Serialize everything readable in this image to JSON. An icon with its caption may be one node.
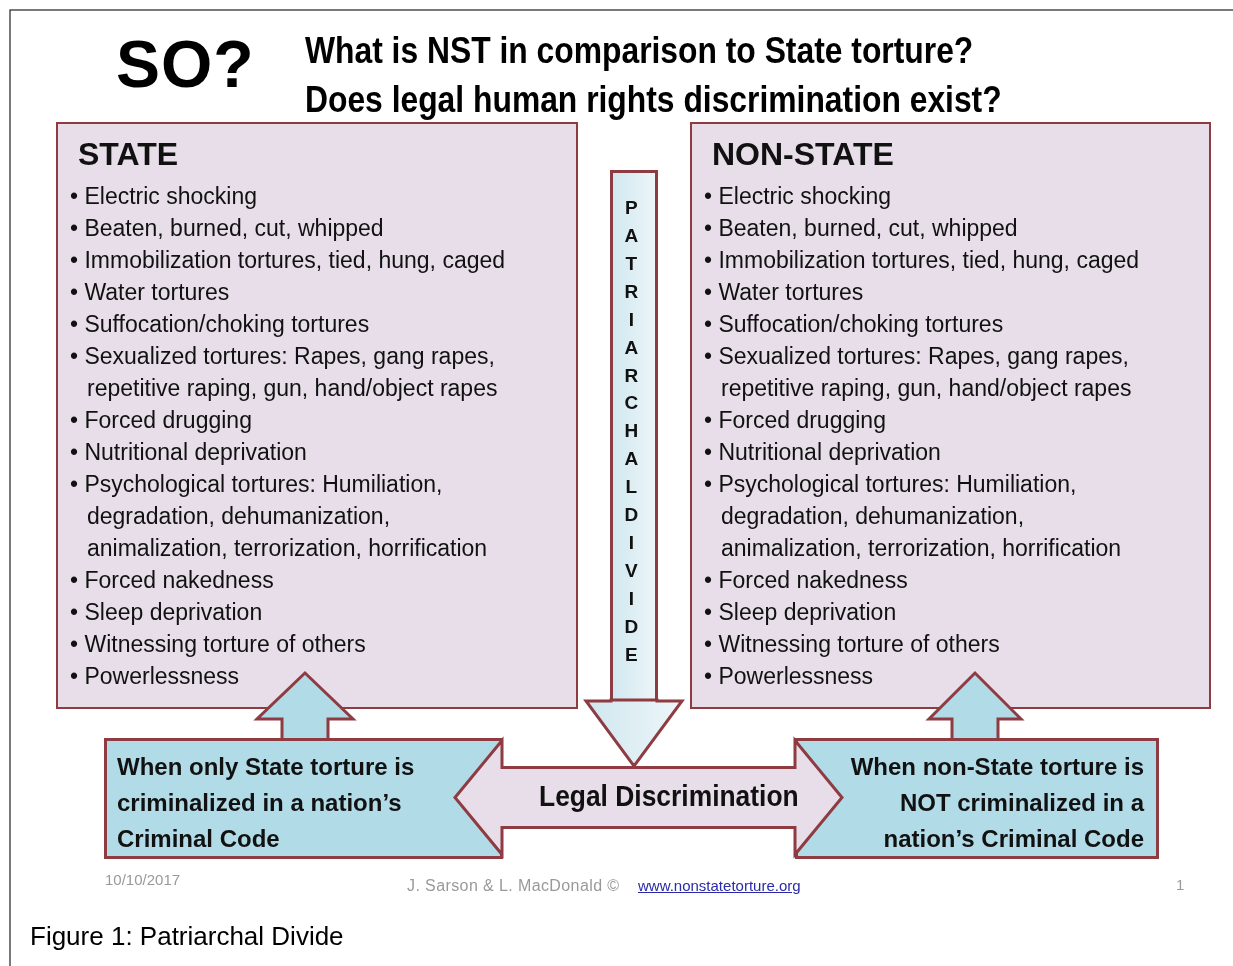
{
  "diagram": {
    "title": "What is NST in comparison to State torture? Does legal human rights discrimination exist?",
    "caption": "Figure 1: Patriarchal Divide",
    "nodes": [
      {
        "text": [
          "STATE",
          "• Electric shocking",
          "• Beaten, burned, cut, whipped",
          "• Immobilization tortures, tied, hung, caged",
          "• Water tortures",
          "• Suffocation/choking tortures",
          "• Sexualized tortures: Rapes, gang rapes, repetitive raping, gun, hand/object rapes",
          "• Forced drugging",
          "• Nutritional deprivation",
          "• Psychological tortures: Humiliation, degradation, dehumanization, animalization, terrorization, horrification",
          "• Forced nakedness",
          "• Sleep deprivation",
          "• Witnessing torture of others",
          "• Powerlessness"
        ]
      },
      {
        "text": [
          "NON-STATE",
          "• Electric shocking",
          "• Beaten, burned, cut, whipped",
          "• Immobilization tortures, tied, hung, caged",
          "• Water tortures",
          "• Suffocation/choking tortures",
          "• Sexualized tortures: Rapes, gang rapes, repetitive raping, gun, hand/object rapes",
          "• Forced drugging",
          "• Nutritional deprivation",
          "• Psychological tortures: Humiliation, degradation, dehumanization, animalization, terrorization, horrification",
          "• Forced nakedness",
          "• Sleep deprivation",
          "• Witnessing torture of others",
          "• Powerlessness"
        ]
      },
      {
        "text": [
          "When only State torture is criminalized in a nation’s Criminal Code"
        ]
      },
      {
        "text": [
          "When non-State torture is NOT criminalized in a nation’s Criminal Code"
        ]
      },
      {
        "text": [
          "PATRIARCHAL DIVIDE"
        ]
      }
    ],
    "edges": [
      {
        "from": 2,
        "to": 0,
        "arrow": "to"
      },
      {
        "from": 3,
        "to": 1,
        "arrow": "to"
      },
      {
        "from": 2,
        "to": 3,
        "arrow": "both",
        "label": "Legal Discrimination"
      },
      {
        "from": 4,
        "to": null,
        "arrow": "to"
      }
    ],
    "labels": [
      "SO?",
      "10/10/2017",
      "J. Sarson & L. MacDonald ©",
      "www.nonstatetorture.org",
      "1"
    ]
  }
}
